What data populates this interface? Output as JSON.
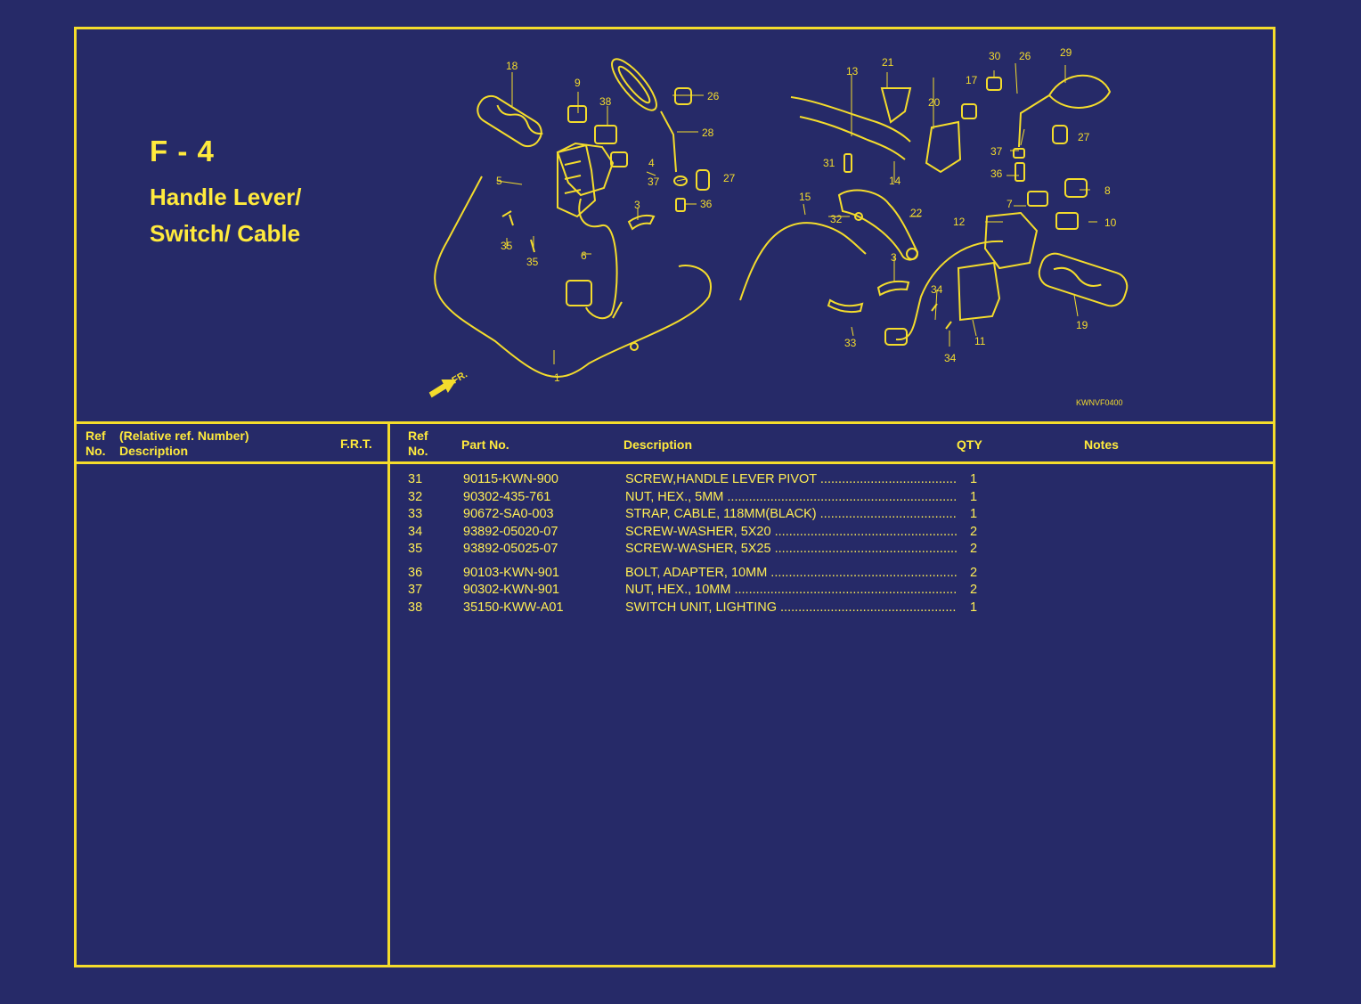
{
  "section": {
    "code": "F - 4",
    "title_line1": "Handle Lever/",
    "title_line2": "Switch/ Cable"
  },
  "drawing_code": "KWNVF0400",
  "diagram": {
    "front_label": "FR."
  },
  "left_header": {
    "ref": "Ref",
    "relative": "(Relative ref. Number)",
    "no": "No.",
    "description": "Description",
    "frt": "F.R.T."
  },
  "table_header": {
    "ref": "Ref",
    "no": "No.",
    "part_no": "Part No.",
    "description": "Description",
    "qty": "QTY",
    "notes": "Notes"
  },
  "rows": [
    {
      "ref": "31",
      "part_no": "90115-KWN-900",
      "description": "SCREW,HANDLE LEVER PIVOT",
      "qty": "1"
    },
    {
      "ref": "32",
      "part_no": "90302-435-761",
      "description": "NUT, HEX., 5MM",
      "qty": "1"
    },
    {
      "ref": "33",
      "part_no": "90672-SA0-003",
      "description": "STRAP, CABLE, 118MM(BLACK)",
      "qty": "1"
    },
    {
      "ref": "34",
      "part_no": "93892-05020-07",
      "description": "SCREW-WASHER, 5X20",
      "qty": "2"
    },
    {
      "ref": "35",
      "part_no": "93892-05025-07",
      "description": "SCREW-WASHER, 5X25",
      "qty": "2"
    },
    {
      "ref": "36",
      "part_no": "90103-KWN-901",
      "description": "BOLT, ADAPTER, 10MM",
      "qty": "2"
    },
    {
      "ref": "37",
      "part_no": "90302-KWN-901",
      "description": "NUT, HEX., 10MM",
      "qty": "2"
    },
    {
      "ref": "38",
      "part_no": "35150-KWW-A01",
      "description": "SWITCH UNIT, LIGHTING",
      "qty": "1"
    }
  ],
  "callouts": [
    "1",
    "3",
    "3",
    "4",
    "5",
    "6",
    "7",
    "8",
    "9",
    "10",
    "11",
    "12",
    "13",
    "14",
    "15",
    "17",
    "18",
    "19",
    "20",
    "21",
    "22",
    "26",
    "26",
    "27",
    "27",
    "28",
    "29",
    "30",
    "31",
    "32",
    "33",
    "34",
    "34",
    "35",
    "35",
    "36",
    "36",
    "37",
    "37",
    "38"
  ],
  "colors": {
    "background": "#262a68",
    "line": "#f4dc2c",
    "text": "#ffea3d"
  }
}
